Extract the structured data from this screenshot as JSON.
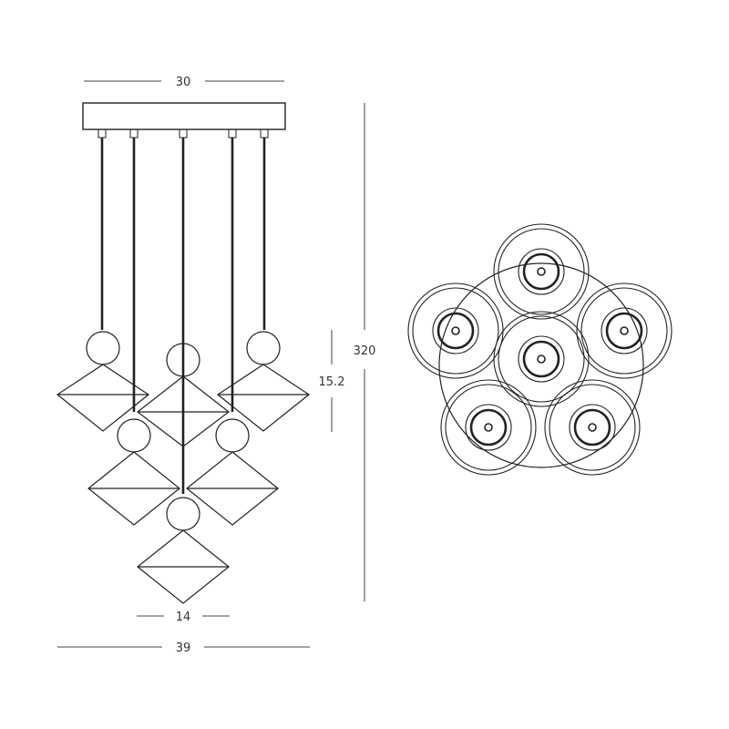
{
  "dimensions": {
    "canopy_width": "30",
    "overall_width": "39",
    "shade_width": "14",
    "overall_height": "320",
    "shade_height": "15.2"
  },
  "colors": {
    "line": "#222222",
    "dim": "#444444",
    "background": "#ffffff"
  }
}
